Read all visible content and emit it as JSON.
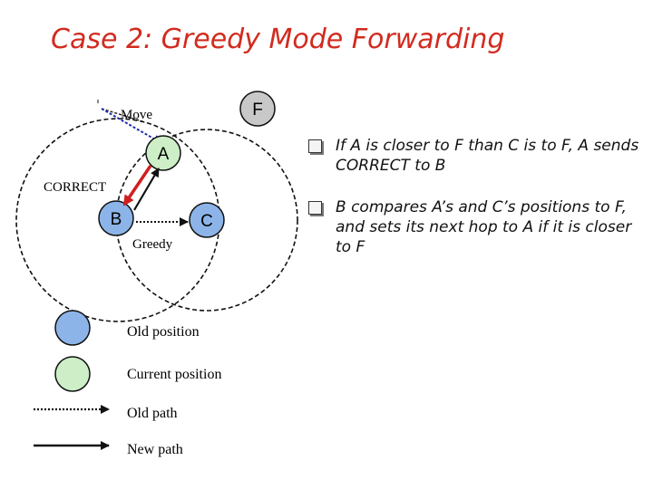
{
  "slide": {
    "title": "Case 2: Greedy Mode Forwarding"
  },
  "nodes": {
    "f": "F",
    "a": "A",
    "b": "B",
    "c": "C"
  },
  "labels": {
    "move": "Move",
    "correct": "CORRECT",
    "greedy": "Greedy"
  },
  "legend": {
    "old_position": "Old position",
    "current_position": "Current position",
    "old_path": "Old path",
    "new_path": "New path"
  },
  "bullets": [
    "If A is closer to F than C is to F, A sends CORRECT to B",
    "B compares A’s and C’s positions to F, and sets its next hop to A if it is closer to F"
  ],
  "colors": {
    "title": "#d22b1f",
    "old_position_fill": "#8cb4e8",
    "current_position_fill": "#cdeec6",
    "node_f_fill": "#c8c8c8",
    "correct_arrow": "#d01f1f",
    "move_arrow": "#1f2fa8"
  }
}
